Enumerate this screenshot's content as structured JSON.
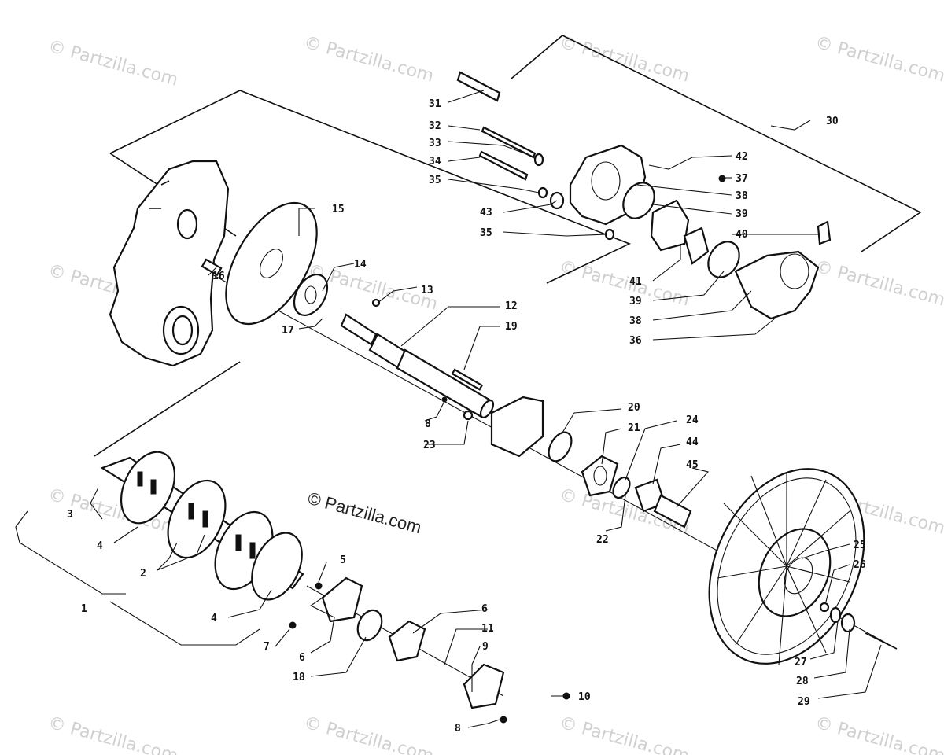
{
  "watermark": {
    "text": "© Partzilla.com",
    "center_text": "© Partzilla.com"
  },
  "callouts": [
    {
      "id": "c1",
      "label": "1"
    },
    {
      "id": "c2",
      "label": "2"
    },
    {
      "id": "c3",
      "label": "3"
    },
    {
      "id": "c4a",
      "label": "4"
    },
    {
      "id": "c4b",
      "label": "4"
    },
    {
      "id": "c5",
      "label": "5"
    },
    {
      "id": "c6a",
      "label": "6"
    },
    {
      "id": "c6b",
      "label": "6"
    },
    {
      "id": "c7",
      "label": "7"
    },
    {
      "id": "c8a",
      "label": "8"
    },
    {
      "id": "c8b",
      "label": "8"
    },
    {
      "id": "c9",
      "label": "9"
    },
    {
      "id": "c10",
      "label": "10"
    },
    {
      "id": "c11",
      "label": "11"
    },
    {
      "id": "c12",
      "label": "12"
    },
    {
      "id": "c13",
      "label": "13"
    },
    {
      "id": "c14",
      "label": "14"
    },
    {
      "id": "c15",
      "label": "15"
    },
    {
      "id": "c16",
      "label": "16"
    },
    {
      "id": "c17",
      "label": "17"
    },
    {
      "id": "c18",
      "label": "18"
    },
    {
      "id": "c19",
      "label": "19"
    },
    {
      "id": "c20",
      "label": "20"
    },
    {
      "id": "c21",
      "label": "21"
    },
    {
      "id": "c22",
      "label": "22"
    },
    {
      "id": "c23",
      "label": "23"
    },
    {
      "id": "c24",
      "label": "24"
    },
    {
      "id": "c25",
      "label": "25"
    },
    {
      "id": "c26",
      "label": "26"
    },
    {
      "id": "c27",
      "label": "27"
    },
    {
      "id": "c28",
      "label": "28"
    },
    {
      "id": "c29",
      "label": "29"
    },
    {
      "id": "c30",
      "label": "30"
    },
    {
      "id": "c31",
      "label": "31"
    },
    {
      "id": "c32",
      "label": "32"
    },
    {
      "id": "c33",
      "label": "33"
    },
    {
      "id": "c34",
      "label": "34"
    },
    {
      "id": "c35a",
      "label": "35"
    },
    {
      "id": "c35b",
      "label": "35"
    },
    {
      "id": "c36",
      "label": "36"
    },
    {
      "id": "c37",
      "label": "37"
    },
    {
      "id": "c38a",
      "label": "38"
    },
    {
      "id": "c38b",
      "label": "38"
    },
    {
      "id": "c39a",
      "label": "39"
    },
    {
      "id": "c39b",
      "label": "39"
    },
    {
      "id": "c40",
      "label": "40"
    },
    {
      "id": "c41",
      "label": "41"
    },
    {
      "id": "c42",
      "label": "42"
    },
    {
      "id": "c43",
      "label": "43"
    },
    {
      "id": "c44",
      "label": "44"
    },
    {
      "id": "c45",
      "label": "45"
    }
  ]
}
